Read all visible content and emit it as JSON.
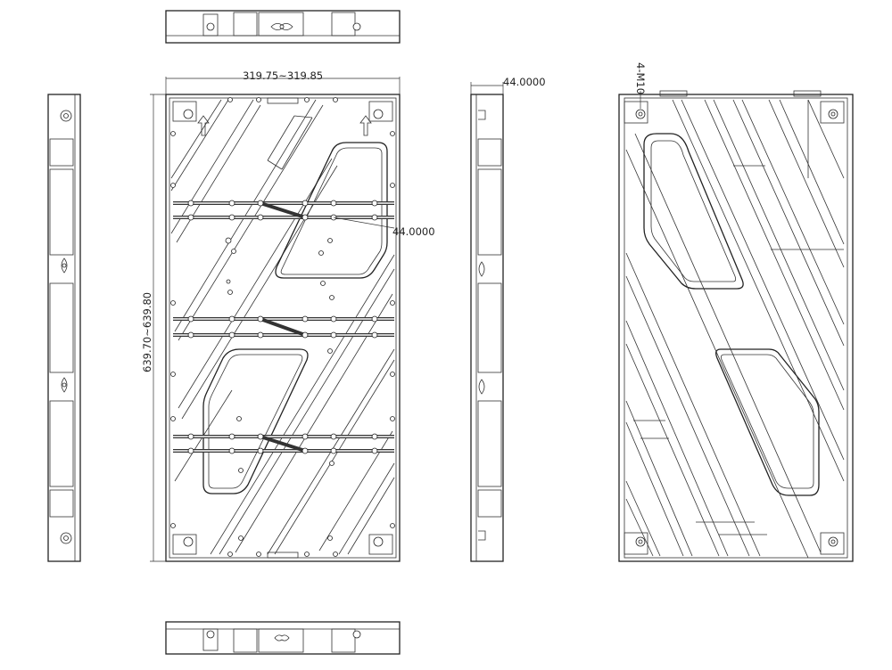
{
  "dimensions": {
    "width": "319.75~319.85",
    "height": "639.70~639.80",
    "depth_top": "44.0000",
    "depth_front": "44.0000",
    "screws": "4-M10"
  }
}
